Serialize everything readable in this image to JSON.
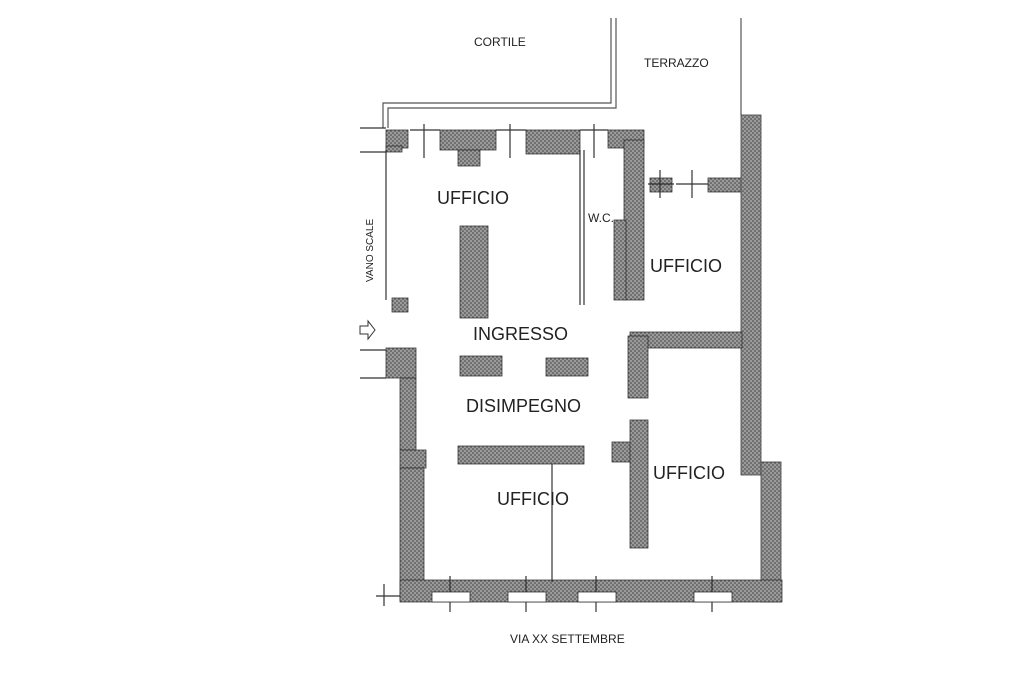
{
  "labels": {
    "cortile": "CORTILE",
    "terrazzo": "TERRAZZO",
    "vano_scale": "VANO SCALE",
    "ufficio_top_left": "UFFICIO",
    "wc": "W.C.",
    "ufficio_right_top": "UFFICIO",
    "ingresso": "INGRESSO",
    "disimpegno": "DISIMPEGNO",
    "ufficio_right_bottom": "UFFICIO",
    "ufficio_bottom": "UFFICIO",
    "street": "VIA XX SETTEMBRE"
  },
  "colors": {
    "wall_fill": "#8a8a8a",
    "wall_stroke": "#3a3a3a",
    "line": "#555555",
    "text": "#222222"
  }
}
